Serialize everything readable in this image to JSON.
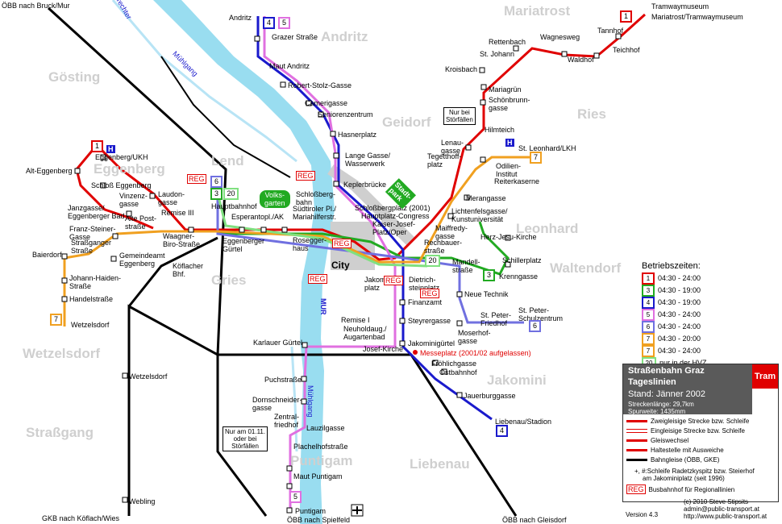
{
  "districts": [
    "Mariatrost",
    "Andritz",
    "Gösting",
    "Ries",
    "Geidorf",
    "Lend",
    "Eggenberg",
    "Leonhard",
    "Waltendorf",
    "Gries",
    "Wetzelsdorf",
    "Jakomini",
    "Straßgang",
    "Puntigam",
    "Liebenau"
  ],
  "river": {
    "name": "MUR",
    "mill_canal": "Mühlgang",
    "mill_canal_south": "Mühlgang",
    "right_bank": "rechter"
  },
  "rail_labels": {
    "nw": "ÖBB nach Bruck/Mur",
    "sw": "GKB nach Köflach/Wies",
    "s": "ÖBB nach Spielfeld",
    "se": "ÖBB nach Gleisdorf"
  },
  "stops": {
    "andritz": "Andritz",
    "grazer_strasse": "Grazer Straße",
    "maut_andritz": "Maut Andritz",
    "robert_stolz": "Robert-Stolz-Gasse",
    "camerigasse": "Camerigasse",
    "seniorenzentrum": "Seniorenzentrum",
    "hasnerplatz": "Hasnerplatz",
    "lange_gasse": "Lange Gasse/",
    "lange_gasse2": "Wasserwerk",
    "keplerbruecke": "Keplerbrücke",
    "schlossbergbahn": "Schloßberg-",
    "schlossbergbahn2": "bahn",
    "schlossbergplatz": "Schloßbergplatz (2001)",
    "hauptplatz": "Hauptplatz-Congress",
    "kaiser_josef": "Kaiser-Josef-",
    "kaiser_josef2": "Platz/Oper",
    "stadtpark": "Stadt-",
    "stadtpark2": "park",
    "tramwaymuseum": "Tramwaymuseum",
    "mariatrost": "Mariatrost/Tramwaymuseum",
    "tannhof": "Tannhof",
    "teichhof": "Teichhof",
    "waldhof": "Waldhof",
    "wagnesweg": "Wagnesweg",
    "rettenbach": "Rettenbach",
    "st_johann": "St. Johann",
    "kroisbach": "Kroisbach",
    "mariagruen": "Mariagrün",
    "schoenbrunngasse": "Schönbrunn-",
    "schoenbrunngasse2": "gasse",
    "hilmteich": "Hilmteich",
    "lenaugasse": "Lenau-",
    "lenaugasse2": "gasse",
    "tegetthoffplatz": "Tegetthoff-",
    "tegetthoffplatz2": "platz",
    "st_leonhard": "St. Leonhard/LKH",
    "odilien": "Odilien-",
    "odilien2": "Institut",
    "reiterkaserne": "Reiterkaserne",
    "merangasse": "Merangasse",
    "lichtenfels": "Lichtenfelsgasse/",
    "lichtenfels2": "Kunstuniversität",
    "maiffredy": "Maiffredy-",
    "maiffredy2": "gasse",
    "herz_jesu": "Herz-Jesu-Kirche",
    "rechbauer": "Rechbauer-",
    "rechbauer2": "straße",
    "schillerplatz": "Schillerplatz",
    "mandell": "Mandell-",
    "mandell2": "straße",
    "krenngasse": "Krenngasse",
    "dietrichstein": "Dietrich-",
    "dietrichstein2": "steinplatz",
    "jakomini": "Jakomini-",
    "jakomini2": "platz",
    "neue_technik": "Neue Technik",
    "finanzamt": "Finanzamt",
    "st_peter_friedhof": "St. Peter-",
    "st_peter_friedhof2": "Friedhof",
    "st_peter_schulz": "St. Peter-",
    "st_peter_schulz2": "Schulzentrum",
    "moserhof": "Moserhof-",
    "moserhof2": "gasse",
    "steyrergasse": "Steyrergasse",
    "jakominiguertel": "Jakominigürtel",
    "messeplatz": "Messeplatz (2001/02 aufgelassen)",
    "froehlich": "Fröhlichgasse",
    "ostbahnhof": "Ostbahnhof",
    "jauerburg": "Jauerburggasse",
    "liebenau": "Liebenau/Stadion",
    "eggenberg_ukh": "Eggenberg/UKH",
    "alt_eggenberg": "Alt-Eggenberg",
    "schloss_eggenberg": "Schloß Eggenberg",
    "vinzenz": "Vinzenz-",
    "vinzenz2": "gasse",
    "laudon": "Laudon-",
    "laudon2": "gasse",
    "janzgasse": "Janzgasse/",
    "janzgasse2": "Eggenberger Bad",
    "alte_post": "Alte Post-",
    "alte_post2": "straße",
    "remise3": "Remise III",
    "franz_steiner": "Franz-Steiner-",
    "franz_steiner2": "Gasse",
    "strassganger": "Straßganger",
    "strassganger2": "Straße",
    "baierdorf": "Baierdorf",
    "gemeindeamt": "Gemeindeamt",
    "gemeindeamt2": "Eggenberg",
    "johann_haiden": "Johann-Haiden-",
    "johann_haiden2": "Straße",
    "handelstrasse": "Handelstraße",
    "wetzelsdorf_stop": "Wetzelsdorf",
    "waagner": "Waagner-",
    "waagner2": "Biro-Straße",
    "hauptbahnhof": "Hauptbahnhof",
    "esperanto": "Esperantopl./AK",
    "suedtiroler": "Südtiroler Pl./",
    "suedtiroler2": "Mariahilferstr.",
    "eggenberger_guertel": "Eggenberger",
    "eggenberger_guertel2": "Gürtel",
    "rosegger": "Rosegger-",
    "rosegger2": "haus",
    "koeflacher": "Köflacher",
    "koeflacher2": "Bhf.",
    "city": "City",
    "volksgarten": "Volks-",
    "volksgarten2": "garten",
    "remise1": "Remise I",
    "neuholdaug": "Neuholdaug./",
    "neuholdaug2": "Augartenbad",
    "karlauer": "Karlauer Gürtel",
    "josef_kirche": "Josef-Kirche",
    "puchstrasse": "Puchstraße",
    "domschneider": "Dornschneider-",
    "domschneider2": "gasse",
    "zentralfriedhof": "Zentral-",
    "zentralfriedhof2": "friedhof",
    "lauzilgasse": "Lauzilgasse",
    "plachelhof": "Plachelhofstraße",
    "maut_puntigam": "Maut Puntigam",
    "puntigam": "Puntigam",
    "wetzelsdorf_w": "Wetzelsdorf",
    "webling": "Webling"
  },
  "notes": {
    "stoerfall1": "Nur bei",
    "stoerfall2": "Störfällen",
    "stoerfall_b1": "Nur am 01.11.",
    "stoerfall_b2": "oder bei",
    "stoerfall_b3": "Störfällen"
  },
  "reg": "REG",
  "h": "H",
  "line_badges": {
    "l1": "1",
    "l3": "3",
    "l4": "4",
    "l5": "5",
    "l6": "6",
    "l7": "7",
    "l20": "20"
  },
  "hours": {
    "title": "Betriebszeiten:",
    "rows": [
      {
        "line": "1",
        "time": "04:30 - 24:00",
        "color": "#e00000"
      },
      {
        "line": "3",
        "time": "04:30 - 19:00",
        "color": "#22aa22"
      },
      {
        "line": "4",
        "time": "04:30 - 19:00",
        "color": "#1a1acc"
      },
      {
        "line": "5",
        "time": "04:30 - 24:00",
        "color": "#e070e0"
      },
      {
        "line": "6",
        "time": "04:30 - 24:00",
        "color": "#7070e0"
      },
      {
        "line": "7",
        "time": "04:30 - 20:00",
        "color": "#f0a020"
      },
      {
        "line": "7",
        "time": "04:30 - 24:00",
        "color": "#f0a020"
      },
      {
        "line": "20",
        "time": "nur in der HVZ",
        "color": "#80e080"
      }
    ]
  },
  "legend": {
    "title": "Straßenbahn Graz",
    "subtitle": "Tageslinien",
    "stand": "Stand: Jänner 2002",
    "length": "Streckenlänge: 29,7km",
    "gauge": "Spurweite: 1435mm",
    "tram": "Tram",
    "rows": [
      "Zweigleisige Strecke bzw. Schleife",
      "Eingleisige Strecke bzw. Schleife",
      "Gleiswechsel",
      "Haltestelle mit Ausweiche",
      "Bahngleise (ÖBB, GKE)"
    ],
    "footnote1": "+, #:Schleife Radetzkyspitz bzw. Steierhof",
    "footnote2": "am Jakominiplatz (seit 1996)",
    "reg_note": "Busbahnhof für Regionallinien"
  },
  "footer": {
    "version": "Version 4.3",
    "copyright": "(c) 2010 Steve Stipsits",
    "email": "admin@public-transport.at",
    "web": "http://www.public-transport.at"
  },
  "colors": {
    "line1": "#e00000",
    "line3": "#22aa22",
    "line4": "#1a1acc",
    "line5": "#e070e0",
    "line6": "#7070e0",
    "line7": "#f0a020",
    "line20": "#80e080",
    "river": "#99ddf0"
  }
}
